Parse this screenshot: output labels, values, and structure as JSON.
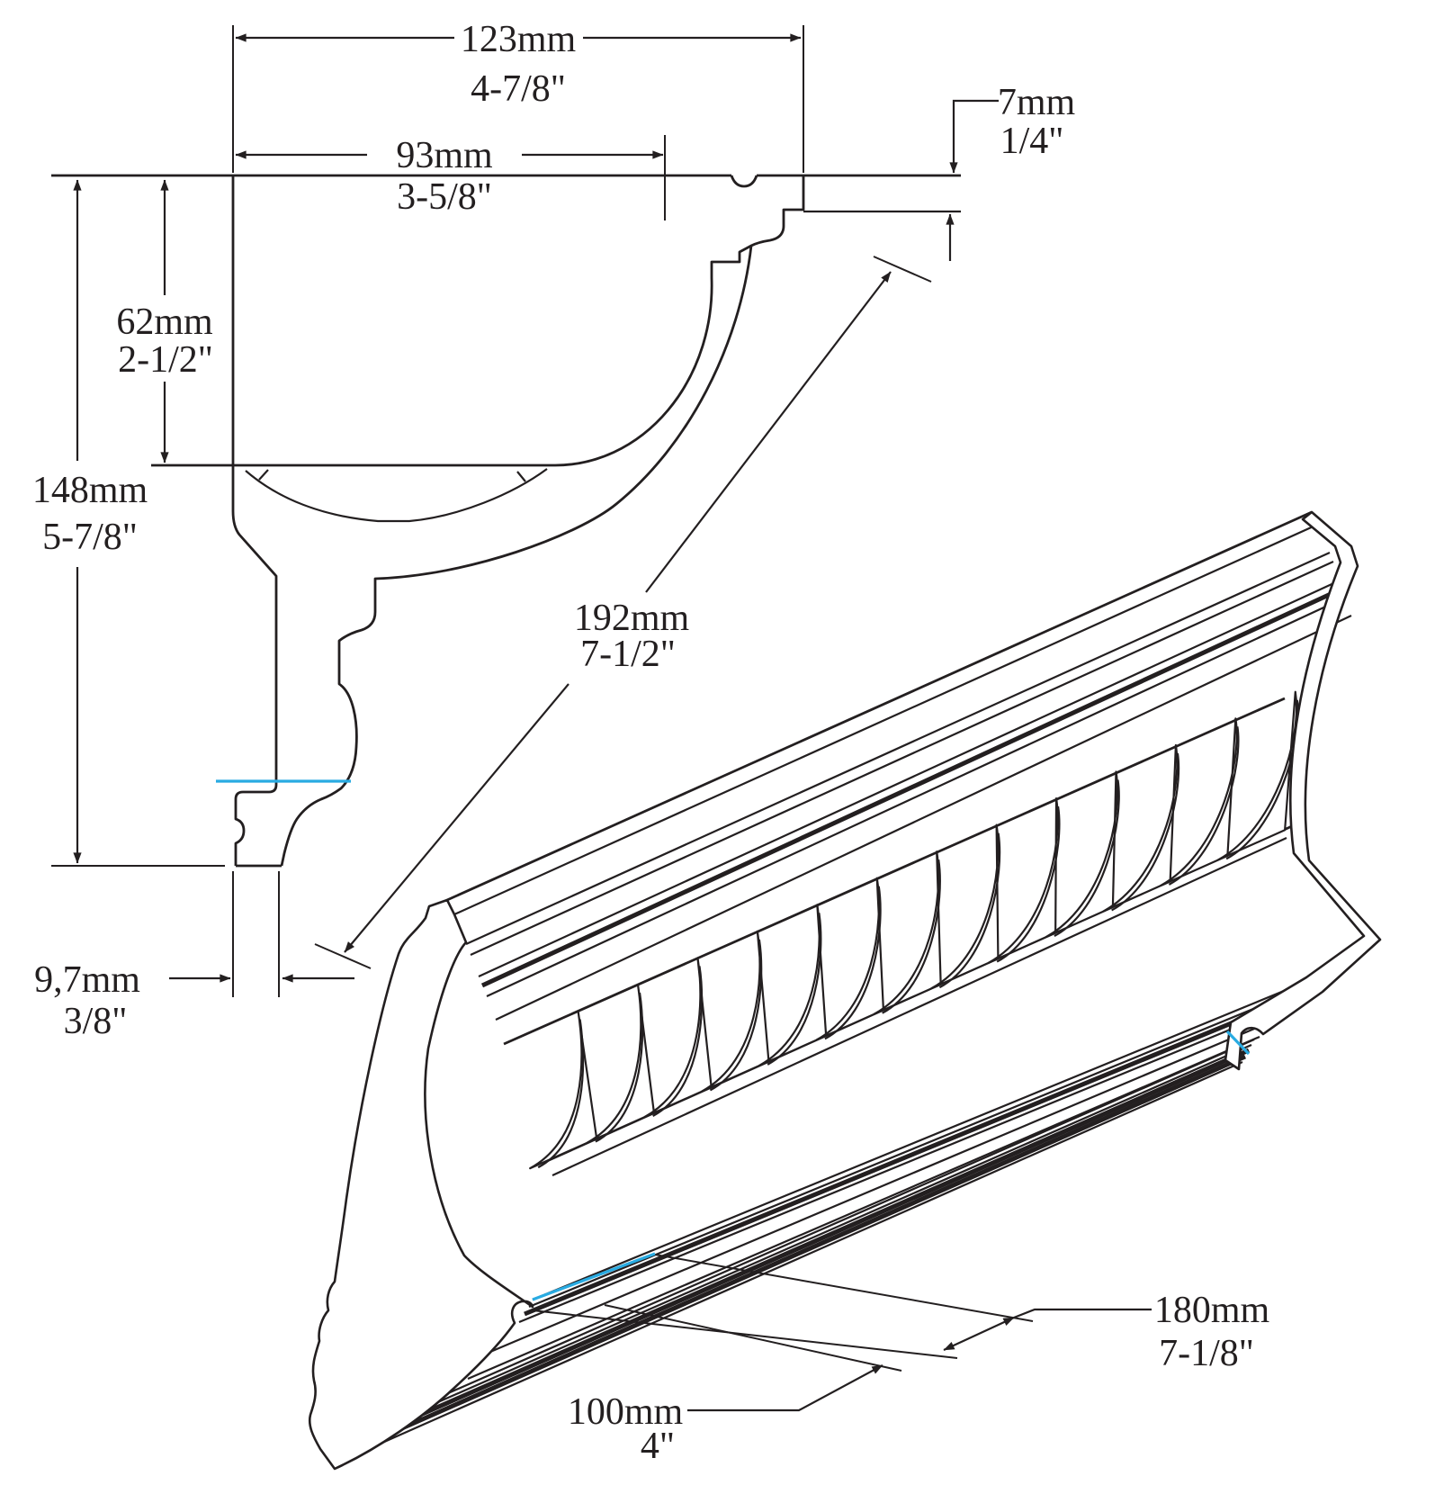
{
  "drawing": {
    "title": "Cornice moulding technical drawing",
    "line_color": "#231f20",
    "accent_color": "#29abe2",
    "views": {
      "cross_section": "2D cross-section profile (upper left)",
      "perspective": "3D view of moulding length with internal ribs (lower right)"
    },
    "ribs": {
      "count": 13
    },
    "dimensions": {
      "overall_width": {
        "mm": "123mm",
        "in": "4-7/8\""
      },
      "top_width": {
        "mm": "93mm",
        "in": "3-5/8\""
      },
      "top_thickness": {
        "mm": "7mm",
        "in": "1/4\""
      },
      "upper_height": {
        "mm": "62mm",
        "in": "2-1/2\""
      },
      "overall_height": {
        "mm": "148mm",
        "in": "5-7/8\""
      },
      "face_diagonal": {
        "mm": "192mm",
        "in": "7-1/2\""
      },
      "wall_thickness": {
        "mm": "9,7mm",
        "in": "3/8\""
      },
      "face_width": {
        "mm": "180mm",
        "in": "7-1/8\""
      },
      "bottom_face": {
        "mm": "100mm",
        "in": "4\""
      }
    }
  }
}
